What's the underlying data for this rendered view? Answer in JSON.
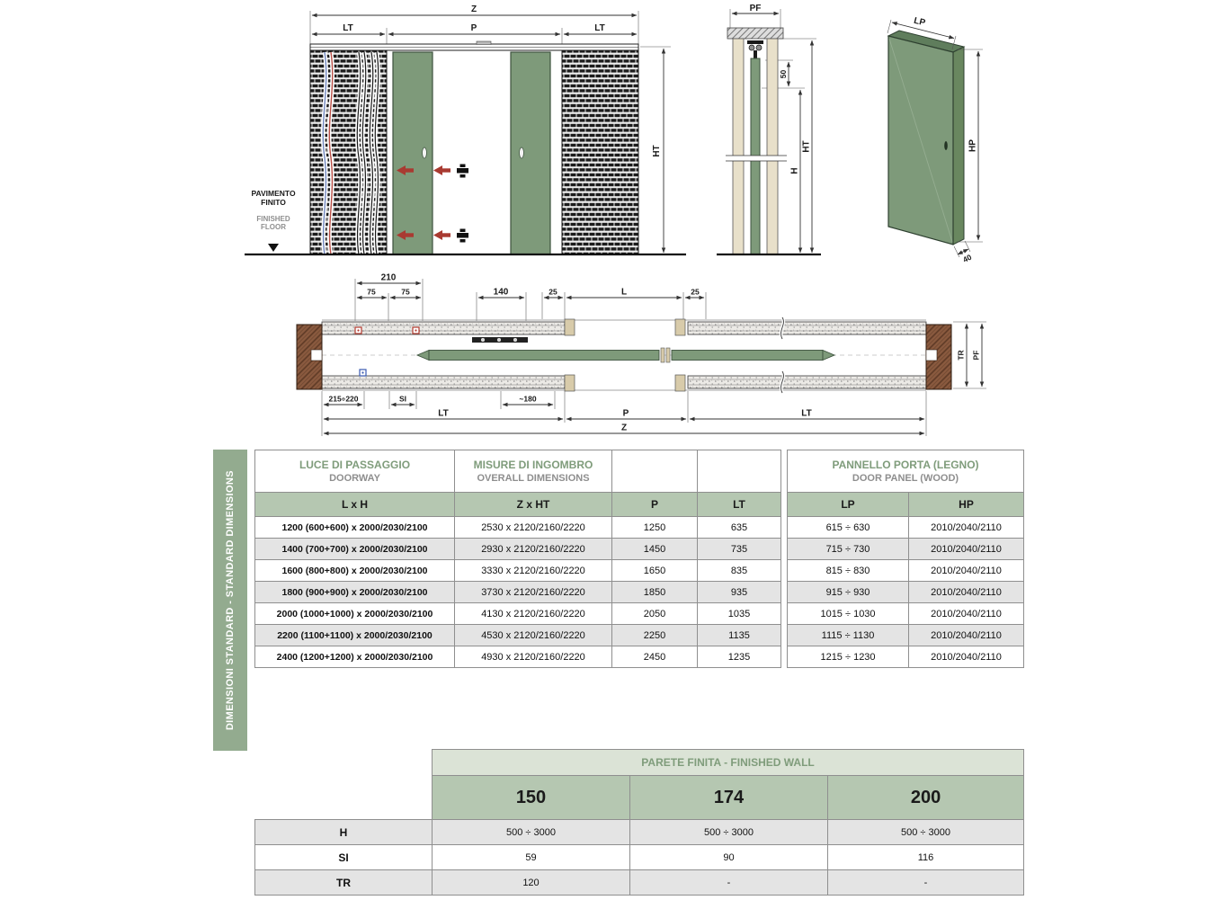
{
  "page": {
    "background": "#ffffff"
  },
  "colors": {
    "accent_sage": "#b5c7b1",
    "sidebar_green": "#93ab8f",
    "heading_green": "#7f9c7b",
    "panel_green": "#7e9a7a",
    "arrow_red": "#a93a31"
  },
  "elevation": {
    "dim_z": "Z",
    "dim_lt_left": "LT",
    "dim_p": "P",
    "dim_lt_right": "LT",
    "dim_ht": "HT",
    "floor_it_1": "PAVIMENTO",
    "floor_it_2": "FINITO",
    "floor_en_1": "FINISHED",
    "floor_en_2": "FLOOR"
  },
  "section_vertical": {
    "dim_pf": "PF",
    "dim_50": "50",
    "dim_h": "H",
    "dim_ht": "HT"
  },
  "panel3d": {
    "dim_lp": "LP",
    "dim_hp": "HP",
    "dim_thickness": "40"
  },
  "plan": {
    "dim_210": "210",
    "dim_75a": "75",
    "dim_75b": "75",
    "dim_140": "140",
    "dim_25a": "25",
    "dim_l": "L",
    "dim_25b": "25",
    "dim_215": "215÷220",
    "dim_si": "SI",
    "dim_180": "~180",
    "dim_lt_left": "LT",
    "dim_p": "P",
    "dim_lt_right": "LT",
    "dim_z": "Z",
    "dim_tr": "TR",
    "dim_pf": "PF"
  },
  "sidebar": {
    "label": "DIMENSIONI STANDARD - STANDARD DIMENSIONS"
  },
  "main_table": {
    "doorway_title": "LUCE DI PASSAGGIO",
    "doorway_sub": "DOORWAY",
    "overall_title": "MISURE DI INGOMBRO",
    "overall_sub": "OVERALL DIMENSIONS",
    "panel_title": "PANNELLO PORTA (LEGNO)",
    "panel_sub": "DOOR PANEL (WOOD)",
    "col_lxh": "L x H",
    "col_zxht": "Z x HT",
    "col_p": "P",
    "col_lt": "LT",
    "col_lp": "LP",
    "col_hp": "HP",
    "rows": [
      {
        "lxh": "1200 (600+600) x 2000/2030/2100",
        "zxht": "2530 x 2120/2160/2220",
        "p": "1250",
        "lt": "635",
        "lp": "615 ÷ 630",
        "hp": "2010/2040/2110"
      },
      {
        "lxh": "1400 (700+700) x 2000/2030/2100",
        "zxht": "2930 x 2120/2160/2220",
        "p": "1450",
        "lt": "735",
        "lp": "715 ÷ 730",
        "hp": "2010/2040/2110"
      },
      {
        "lxh": "1600 (800+800) x 2000/2030/2100",
        "zxht": "3330 x 2120/2160/2220",
        "p": "1650",
        "lt": "835",
        "lp": "815 ÷ 830",
        "hp": "2010/2040/2110"
      },
      {
        "lxh": "1800 (900+900) x 2000/2030/2100",
        "zxht": "3730 x 2120/2160/2220",
        "p": "1850",
        "lt": "935",
        "lp": "915 ÷ 930",
        "hp": "2010/2040/2110"
      },
      {
        "lxh": "2000 (1000+1000) x 2000/2030/2100",
        "zxht": "4130 x 2120/2160/2220",
        "p": "2050",
        "lt": "1035",
        "lp": "1015 ÷ 1030",
        "hp": "2010/2040/2110"
      },
      {
        "lxh": "2200 (1100+1100) x 2000/2030/2100",
        "zxht": "4530 x 2120/2160/2220",
        "p": "2250",
        "lt": "1135",
        "lp": "1115 ÷ 1130",
        "hp": "2010/2040/2110"
      },
      {
        "lxh": "2400 (1200+1200) x 2000/2030/2100",
        "zxht": "4930 x 2120/2160/2220",
        "p": "2450",
        "lt": "1235",
        "lp": "1215 ÷ 1230",
        "hp": "2010/2040/2110"
      }
    ]
  },
  "wall_table": {
    "title": "PARETE FINITA - FINISHED WALL",
    "cols": [
      "150",
      "174",
      "200"
    ],
    "rows": [
      {
        "label": "H",
        "v1": "500 ÷ 3000",
        "v2": "500 ÷ 3000",
        "v3": "500 ÷ 3000"
      },
      {
        "label": "SI",
        "v1": "59",
        "v2": "90",
        "v3": "116"
      },
      {
        "label": "TR",
        "v1": "120",
        "v2": "-",
        "v3": "-"
      }
    ]
  }
}
